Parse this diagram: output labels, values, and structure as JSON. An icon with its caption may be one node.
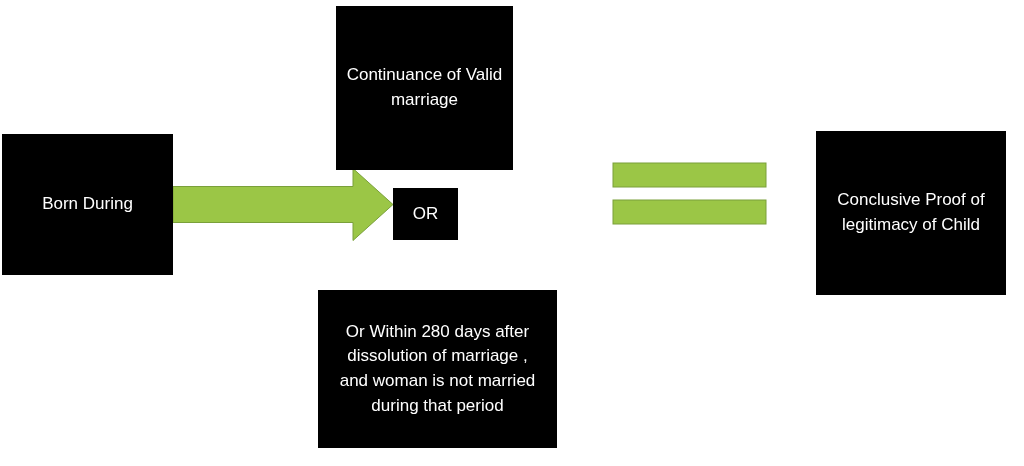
{
  "diagram": {
    "nodes": [
      {
        "text": [
          "Born During"
        ]
      },
      {
        "text": [
          "Continuance of Valid marriage"
        ]
      },
      {
        "text": [
          "OR"
        ]
      },
      {
        "text": [
          "Or Within 280 days after dissolution of marriage , and woman is not married during that period"
        ]
      },
      {
        "text": [
          "Conclusive Proof of legitimacy of Child"
        ]
      }
    ],
    "edges": [
      {
        "from": 0,
        "to": 2,
        "arrow": "to"
      }
    ]
  }
}
